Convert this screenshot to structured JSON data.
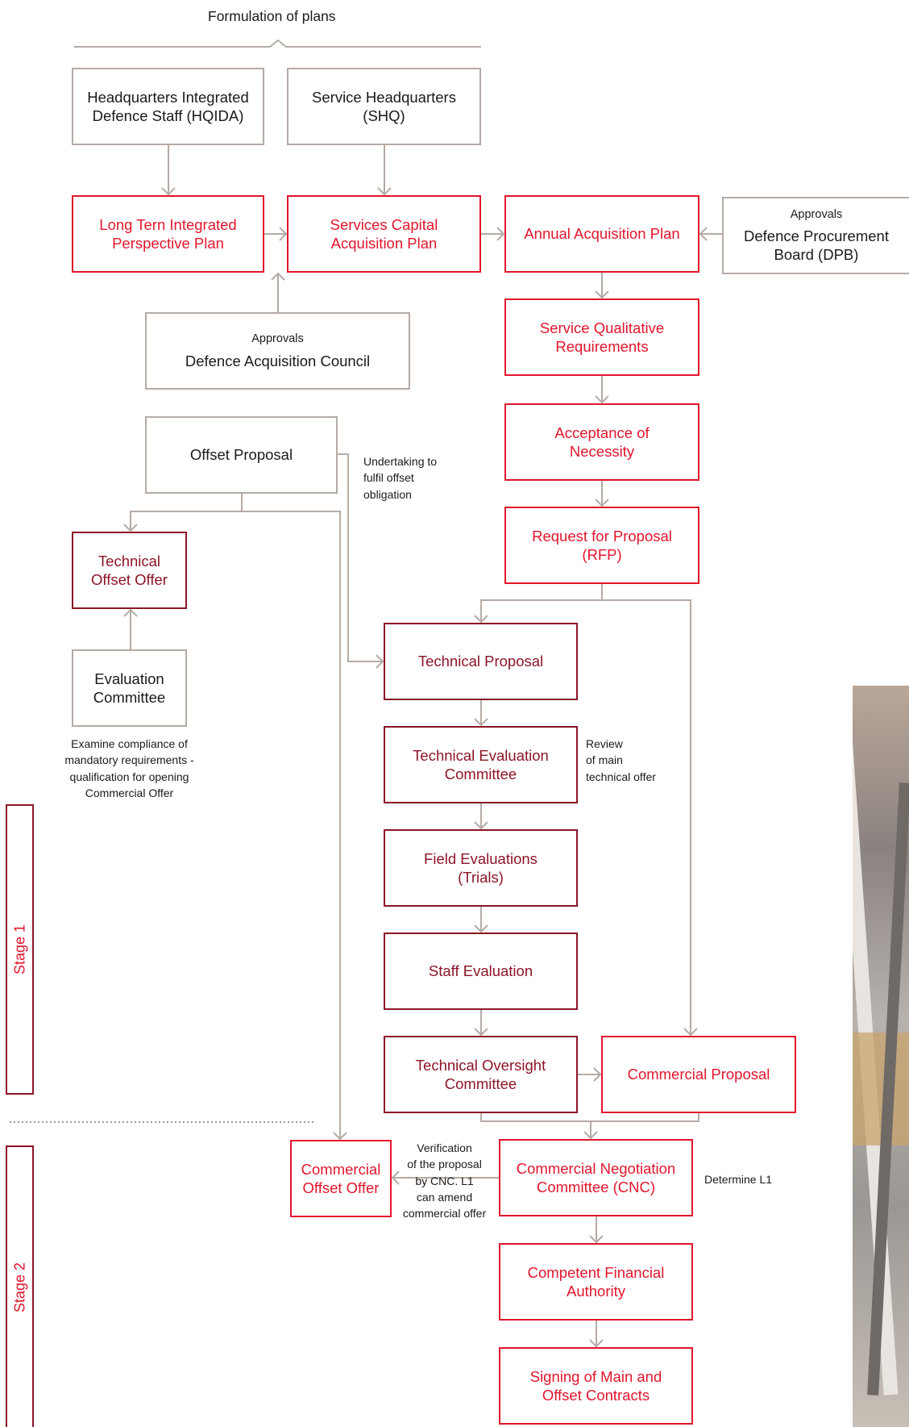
{
  "header": {
    "title": "Formulation of plans"
  },
  "nodes": {
    "hqida": {
      "label": "Headquarters Integrated\nDefence Staff (HQIDA)"
    },
    "shq": {
      "label": "Service Headquarters\n(SHQ)"
    },
    "ltipp": {
      "label": "Long Tern Integrated\nPerspective Plan"
    },
    "scap": {
      "label": "Services Capital\nAcquisition Plan"
    },
    "aap": {
      "label": "Annual Acquisition Plan"
    },
    "dpb": {
      "sub": "Approvals",
      "label": "Defence Procurement\nBoard (DPB)"
    },
    "dac": {
      "sub": "Approvals",
      "label": "Defence Acquisition Council"
    },
    "sqr": {
      "label": "Service Qualitative\nRequirements"
    },
    "aon": {
      "label": "Acceptance of\nNecessity"
    },
    "rfp": {
      "label": "Request for Proposal\n(RFP)"
    },
    "offset": {
      "label": "Offset Proposal"
    },
    "tech_offset": {
      "label": "Technical\nOffset Offer"
    },
    "eval_comm": {
      "label": "Evaluation\nCommittee"
    },
    "tech_prop": {
      "label": "Technical Proposal"
    },
    "tec": {
      "label": "Technical Evaluation\nCommittee"
    },
    "field": {
      "label": "Field Evaluations\n(Trials)"
    },
    "staff": {
      "label": "Staff Evaluation"
    },
    "toc": {
      "label": "Technical Oversight\nCommittee"
    },
    "comm_prop": {
      "label": "Commercial Proposal"
    },
    "comm_offset": {
      "label": "Commercial\nOffset Offer"
    },
    "cnc": {
      "label": "Commercial Negotiation\nCommittee (CNC)"
    },
    "cfa": {
      "label": "Competent Financial\nAuthority"
    },
    "signing": {
      "label": "Signing of Main and\nOffset Contracts"
    }
  },
  "notes": {
    "undertaking": "Undertaking to\nfulfil offset\nobligation",
    "examine": "Examine compliance of\nmandatory requirements -\nqualification for opening\nCommercial Offer",
    "review": "Review\nof main\ntechnical offer",
    "verification": "Verification\nof the proposal\nby CNC. L1\ncan amend\ncommercial offer",
    "determine": "Determine L1"
  },
  "stages": {
    "stage1": "Stage 1",
    "stage2": "Stage 2"
  },
  "colors": {
    "line": "#b5aba4",
    "accent_red": "#e2162c",
    "dark_red": "#8c1526"
  }
}
